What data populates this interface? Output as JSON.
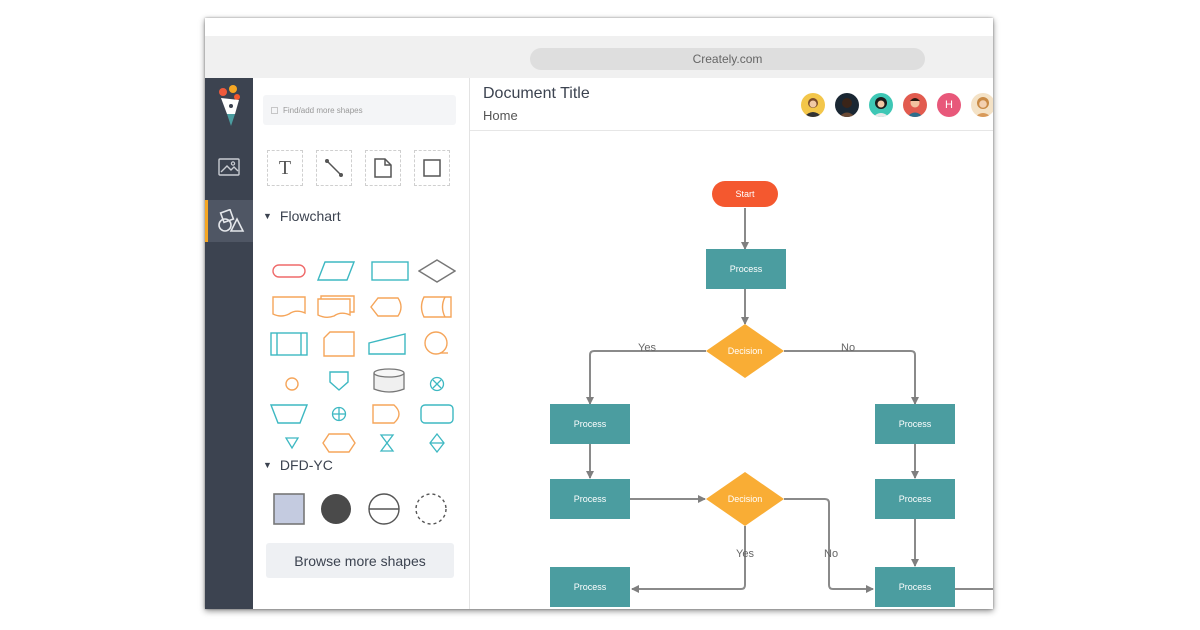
{
  "browser": {
    "url": "Creately.com"
  },
  "panel": {
    "search_placeholder": "Find/add more shapes",
    "tool_text_glyph": "T",
    "sections": {
      "flowchart": "Flowchart",
      "dfd": "DFD-YC"
    },
    "browse_label": "Browse more shapes"
  },
  "document": {
    "title": "Document Title",
    "breadcrumb": "Home",
    "collaborator_initial": "H"
  },
  "flow": {
    "start": "Start",
    "process": "Process",
    "decision": "Decision",
    "yes": "Yes",
    "no": "No"
  },
  "colors": {
    "rail": "#3c4350",
    "accent": "#f5a623",
    "process": "#4b9da0",
    "decision": "#f9ad35",
    "start": "#f4582f",
    "shape_teal": "#3db8c2",
    "shape_orange": "#f5a55a",
    "shape_red": "#ef6a6a"
  }
}
